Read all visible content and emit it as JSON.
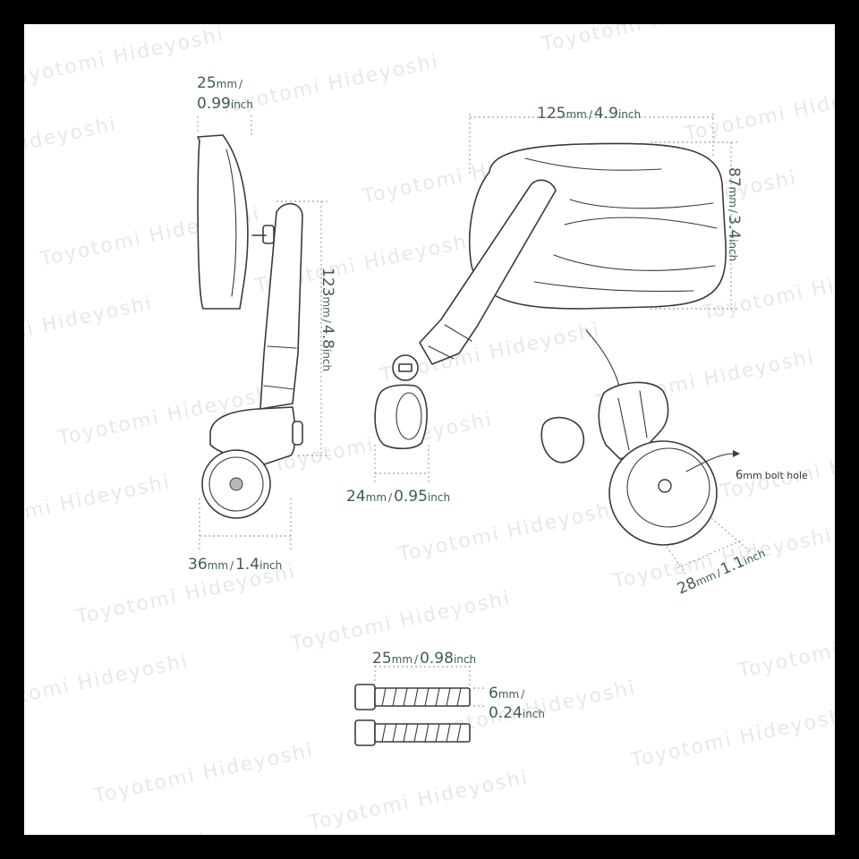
{
  "watermark": {
    "text": "Toyotomi Hideyoshi"
  },
  "dimensions": {
    "mirror_depth": {
      "value": "25",
      "unit": "mm",
      "sep": "/",
      "alt_value": "0.99",
      "alt_unit": "inch"
    },
    "arm_length": {
      "value": "123",
      "unit": "mm",
      "sep": "/",
      "alt_value": "4.8",
      "alt_unit": "inch"
    },
    "clamp_width": {
      "value": "36",
      "unit": "mm",
      "sep": "/",
      "alt_value": "1.4",
      "alt_unit": "inch"
    },
    "joint_width": {
      "value": "24",
      "unit": "mm",
      "sep": "/",
      "alt_value": "0.95",
      "alt_unit": "inch"
    },
    "mirror_width": {
      "value": "125",
      "unit": "mm",
      "sep": "/",
      "alt_value": "4.9",
      "alt_unit": "inch"
    },
    "mirror_height": {
      "value": "87",
      "unit": "mm",
      "sep": "/",
      "alt_value": "3.4",
      "alt_unit": "inch"
    },
    "ring_diameter": {
      "value": "28",
      "unit": "mm",
      "sep": "/",
      "alt_value": "1.1",
      "alt_unit": "inch"
    },
    "bolt_length": {
      "value": "25",
      "unit": "mm",
      "sep": "/",
      "alt_value": "0.98",
      "alt_unit": "inch"
    },
    "bolt_diameter": {
      "value": "6",
      "unit": "mm",
      "sep": "/",
      "alt_value": "0.24",
      "alt_unit": "inch"
    }
  },
  "notes": {
    "bolt_hole": {
      "value": "6",
      "unit": "mm",
      "text": "bolt hole"
    }
  }
}
